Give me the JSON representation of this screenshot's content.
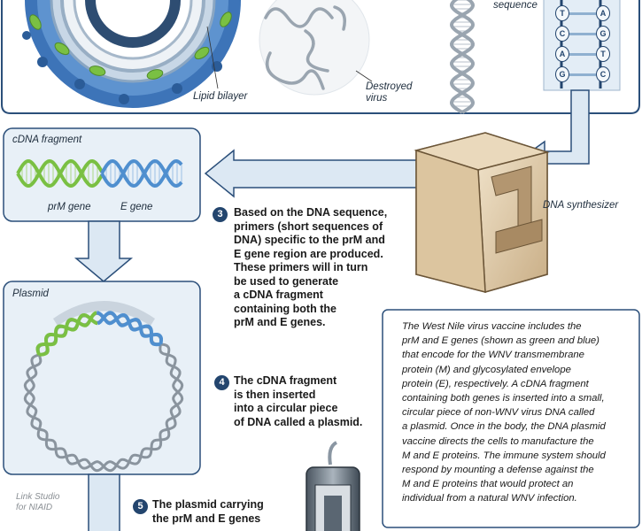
{
  "labels": {
    "lipid_bilayer": "Lipid bilayer",
    "destroyed_virus": "Destroyed\nvirus",
    "sequence": "sequence",
    "cdna_fragment": "cDNA fragment",
    "prm_gene": "prM gene",
    "e_gene": "E gene",
    "dna_synthesizer": "DNA synthesizer",
    "plasmid": "Plasmid",
    "credit": "Link Studio\nfor NIAID"
  },
  "sequence_pairs": [
    {
      "left": "T",
      "right": "A"
    },
    {
      "left": "C",
      "right": "G"
    },
    {
      "left": "A",
      "right": "T"
    },
    {
      "left": "G",
      "right": "C"
    }
  ],
  "steps": [
    {
      "number": "3",
      "text": "Based on the DNA sequence,\nprimers (short sequences of\nDNA) specific to the prM and\nE gene region are produced.\nThese primers will in turn\nbe used to generate\na cDNA fragment\ncontaining both the\nprM and E genes."
    },
    {
      "number": "4",
      "text": "The cDNA fragment\nis then inserted\ninto a circular piece\nof DNA called a plasmid."
    },
    {
      "number": "5",
      "text": "The plasmid carrying\nthe prM and E genes"
    }
  ],
  "description": "The West Nile virus vaccine includes the\nprM and E genes (shown as green and blue)\nthat encode for the WNV transmembrane\nprotein (M) and glycosylated envelope\nprotein (E), respectively. A cDNA fragment\ncontaining both genes is inserted into a small,\ncircular piece of non-WNV virus DNA called\na plasmid. Once in the body, the DNA plasmid\nvaccine directs the cells to manufacture the\nM and E proteins. The immune system should\nrespond by mounting a defense against the\nM and E proteins that would protect an\nindividual from a natural WNV infection.",
  "colors": {
    "panel_border": "#2b4f7a",
    "panel_fill": "#e8f0f7",
    "arrow_fill": "#dce8f3",
    "gene_green": "#7ac043",
    "gene_blue": "#4f8fcf",
    "virus_blue": "#3d74b8",
    "badge": "#23456e",
    "synth": "#d9c4a3"
  }
}
